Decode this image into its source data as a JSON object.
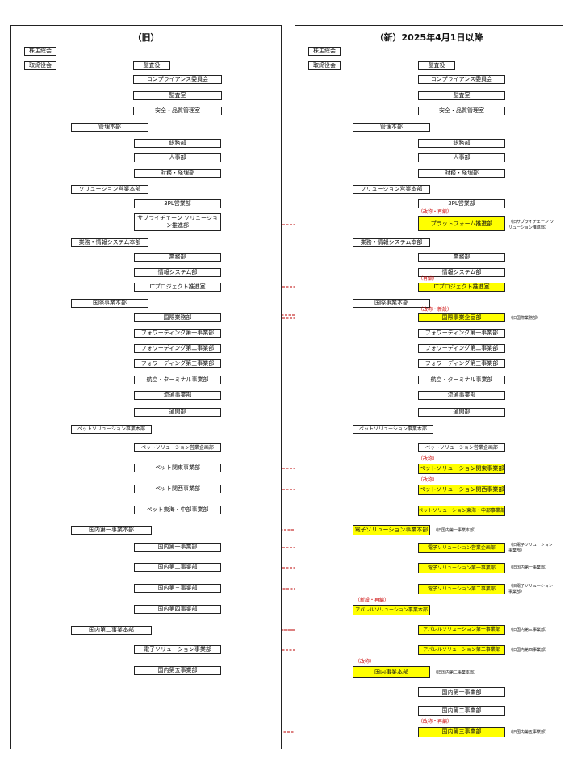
{
  "old": {
    "title": "（旧）",
    "shareholders": "株主総会",
    "board": "取締役会",
    "auditor": "監査役",
    "compliance": "コンプライアンス委員会",
    "audit_office": "監査室",
    "safety": "安全・品質管理室",
    "admin_hq": "管理本部",
    "general_affairs": "総務部",
    "hr": "人事部",
    "finance": "財務・経理部",
    "solution_hq": "ソリューション営業本部",
    "tpl_sales": "3PL営業部",
    "supply_chain": "サプライチェーン ソリューション推進部",
    "ops_hq": "業務・情報システム本部",
    "ops": "業務部",
    "it_systems": "情報システム部",
    "it_project": "ITプロジェクト推進室",
    "intl_hq": "国際事業本部",
    "intl_sales": "国際業務部",
    "fwd1": "フォワーディング第一事業部",
    "fwd2": "フォワーディング第二事業部",
    "fwd3": "フォワーディング第三事業部",
    "air_sea": "航空・ターミナル事業部",
    "distribution": "流通事業部",
    "tokyo": "通関部",
    "pet_hq": "ペットソリューション事業本部",
    "pet_planning": "ペットソリューション営業企画部",
    "pet_kanto": "ペット関東事業部",
    "pet_kansai": "ペット関西事業部",
    "pet_tokai": "ペット東海・中部事業部",
    "dom1_hq": "国内第一事業本部",
    "dom1_div1": "国内第一事業部",
    "dom1_div2": "国内第二事業部",
    "dom1_div3": "国内第三事業部",
    "dom1_div4": "国内第四事業部",
    "dom2_hq": "国内第二事業本部",
    "elec_sol": "電子ソリューション事業部",
    "dom_div5": "国内第五事業部"
  },
  "new": {
    "title": "（新）2025年4月1日以降",
    "shareholders": "株主総会",
    "board": "取締役会",
    "auditor": "監査役",
    "compliance": "コンプライアンス委員会",
    "audit_office": "監査室",
    "safety": "安全・品質管理室",
    "admin_hq": "管理本部",
    "general_affairs": "総務部",
    "hr": "人事部",
    "finance": "財務・経理部",
    "solution_hq": "ソリューション営業本部",
    "tpl_sales": "3PL営業部",
    "platform_note": "（改称・再編）",
    "platform": "プラットフォーム推進部",
    "platform_side": "（旧サプライチェーン ソリューション推進部）",
    "ops_hq": "業務・情報システム本部",
    "ops": "業務部",
    "it_systems": "情報システム部",
    "it_project_note": "（再編）",
    "it_project": "ITプロジェクト推進室",
    "intl_hq": "国際事業本部",
    "intl_note": "（改称・新設）",
    "intl_planning": "国際事業企画部",
    "intl_side": "（旧国際業務部）",
    "fwd1": "フォワーディング第一事業部",
    "fwd2": "フォワーディング第二事業部",
    "fwd3": "フォワーディング第三事業部",
    "air_sea": "航空・ターミナル事業部",
    "distribution": "流通事業部",
    "tokyo": "通関部",
    "pet_hq": "ペットソリューション事業本部",
    "pet_planning": "ペットソリューション営業企画部",
    "pet_kanto_note": "（改称）",
    "pet_kanto": "ペットソリューション関東事業部",
    "pet_kansai_note": "（改称）",
    "pet_kansai": "ペットソリューション関西事業部",
    "pet_tokai": "ペットソリューション東海・中部事業部",
    "elec_hq": "電子ソリューション事業本部",
    "elec_hq_side": "（旧国内第一事業本部）",
    "elec_planning": "電子ソリューション営業企画部",
    "elec_planning_side": "（旧電子ソリューション 事業部）",
    "elec1": "電子ソリューション第一事業部",
    "elec1_side": "（旧国内第一事業部）",
    "elec2": "電子ソリューション第二事業部",
    "elec2_side": "（旧電子ソリューション 事業部）",
    "apparel_note": "（新設・再編）",
    "apparel_hq": "アパレルソリューション事業本部",
    "apparel1": "アパレルソリューション第一事業部",
    "apparel1_side": "（旧国内第三事業部）",
    "apparel2": "アパレルソリューション第二事業部",
    "apparel2_side": "（旧国内第四事業部）",
    "domestic_note": "（改称）",
    "domestic_hq": "国内事業本部",
    "domestic_side": "（旧国内第二事業本部）",
    "dom_div1": "国内第一事業部",
    "dom_div2": "国内第二事業部",
    "dom_div3_note": "（改称・再編）",
    "dom_div3": "国内第三事業部",
    "dom_div3_side": "（旧国内第五事業部）"
  }
}
